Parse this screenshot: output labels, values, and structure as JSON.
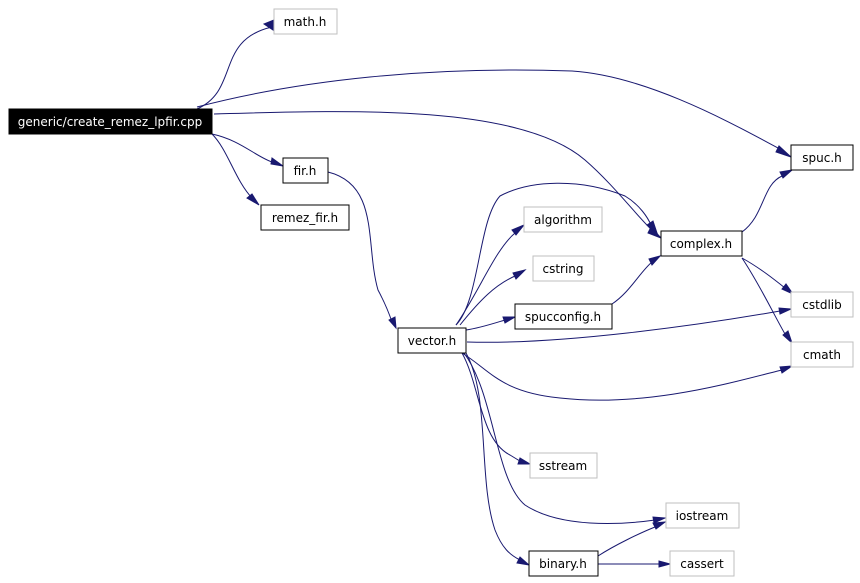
{
  "colors": {
    "edge": "#191970",
    "root_fill": "#000000",
    "root_text": "#ffffff",
    "local_border": "#000000",
    "system_border": "#bfbfbf",
    "text": "#000000"
  },
  "nodes": {
    "root": "generic/create_remez_lpfir.cpp",
    "math_h": "math.h",
    "spuc_h": "spuc.h",
    "fir_h": "fir.h",
    "remez_fir_h": "remez_fir.h",
    "algorithm": "algorithm",
    "complex_h": "complex.h",
    "cstring": "cstring",
    "spucconfig_h": "spucconfig.h",
    "cstdlib": "cstdlib",
    "vector_h": "vector.h",
    "cmath": "cmath",
    "sstream": "sstream",
    "iostream": "iostream",
    "binary_h": "binary.h",
    "cassert": "cassert"
  }
}
